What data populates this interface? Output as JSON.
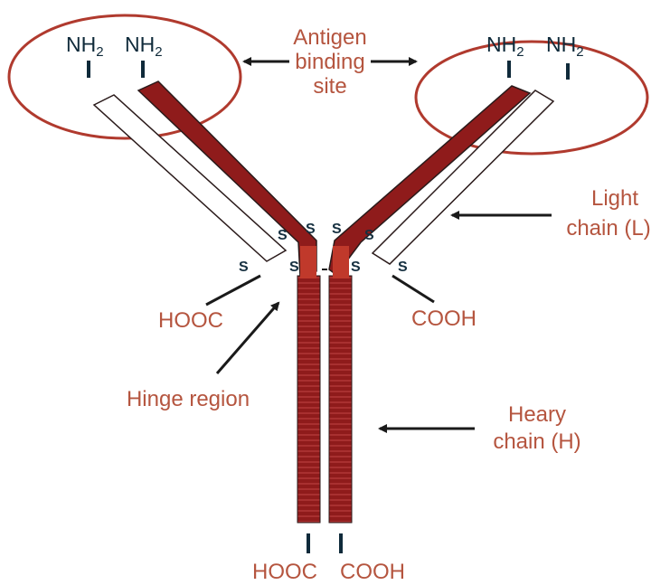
{
  "colors": {
    "heavy_chain": "#8f1b1b",
    "heavy_chain_stripe": "#a83030",
    "light_chain_fill": "#ffffff",
    "outline": "#2a1a1a",
    "ellipse": "#b03a2e",
    "label_text": "#b5553f",
    "symbol_text": "#0f2a3a",
    "arrow": "#1a1a1a"
  },
  "labels": {
    "antigen_line1": "Antigen",
    "antigen_line2": "binding",
    "antigen_line3": "site",
    "light_line1": "Light",
    "light_line2": "chain (L)",
    "heavy_line1": "Heary",
    "heavy_line2": "chain (H)",
    "hinge": "Hinge region",
    "hooc_left": "HOOC",
    "cooh_right": "COOH",
    "hooc_bottom": "HOOC",
    "cooh_bottom": "COOH"
  },
  "symbols": {
    "nh": "NH",
    "nh_sub": "2",
    "disulfide": "S"
  }
}
